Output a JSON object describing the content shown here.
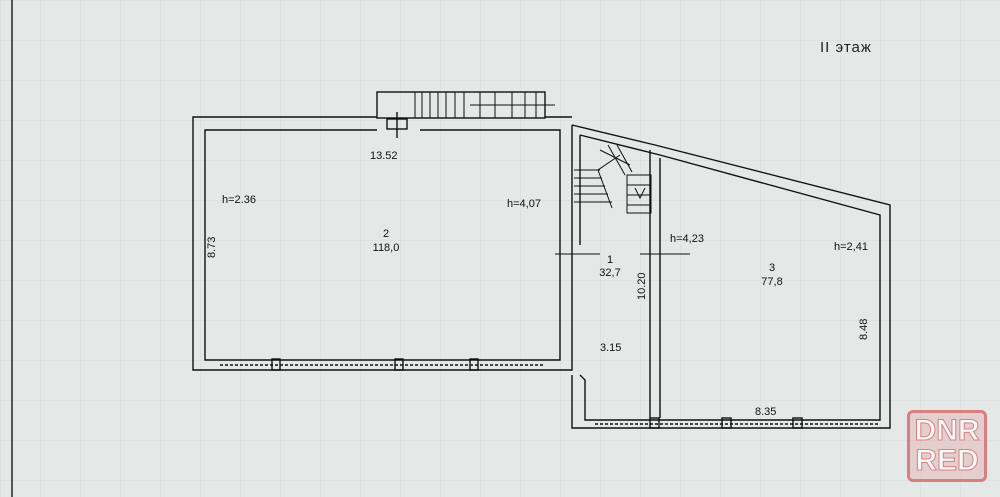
{
  "floor_title": "II этаж",
  "rooms": [
    {
      "number": "1",
      "area": "32,7",
      "height": "h=4,07",
      "dims": [
        "10.20",
        "3.15"
      ]
    },
    {
      "number": "2",
      "area": "118,0",
      "height": "h=2.36",
      "dims": [
        "13.52",
        "8.73"
      ]
    },
    {
      "number": "3",
      "area": "77,8",
      "heights": [
        "h=4,23",
        "h=2,41"
      ],
      "dims": [
        "8.48",
        "8.35"
      ]
    }
  ],
  "watermark": {
    "line1": "DNR",
    "line2": "RED",
    "color": "#d88080"
  }
}
